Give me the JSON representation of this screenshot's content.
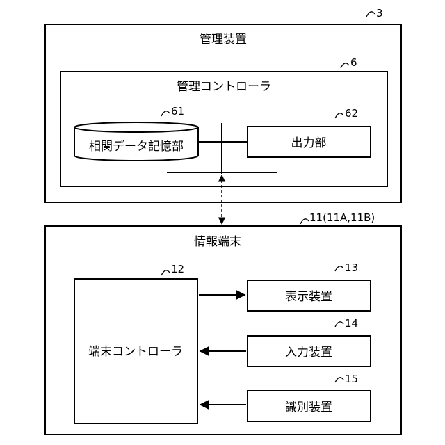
{
  "management_device": {
    "title": "管理装置",
    "ref": "3"
  },
  "management_controller": {
    "title": "管理コントローラ",
    "ref": "6"
  },
  "correlation_db": {
    "label": "相関データ記憶部",
    "ref": "61"
  },
  "output_unit": {
    "label": "出力部",
    "ref": "62"
  },
  "info_terminal": {
    "title": "情報端末",
    "ref": "11(11A,11B)"
  },
  "terminal_controller": {
    "label": "端末コントローラ",
    "ref": "12"
  },
  "display_device": {
    "label": "表示装置",
    "ref": "13"
  },
  "input_device": {
    "label": "入力装置",
    "ref": "14"
  },
  "identification_device": {
    "label": "識別装置",
    "ref": "15"
  }
}
